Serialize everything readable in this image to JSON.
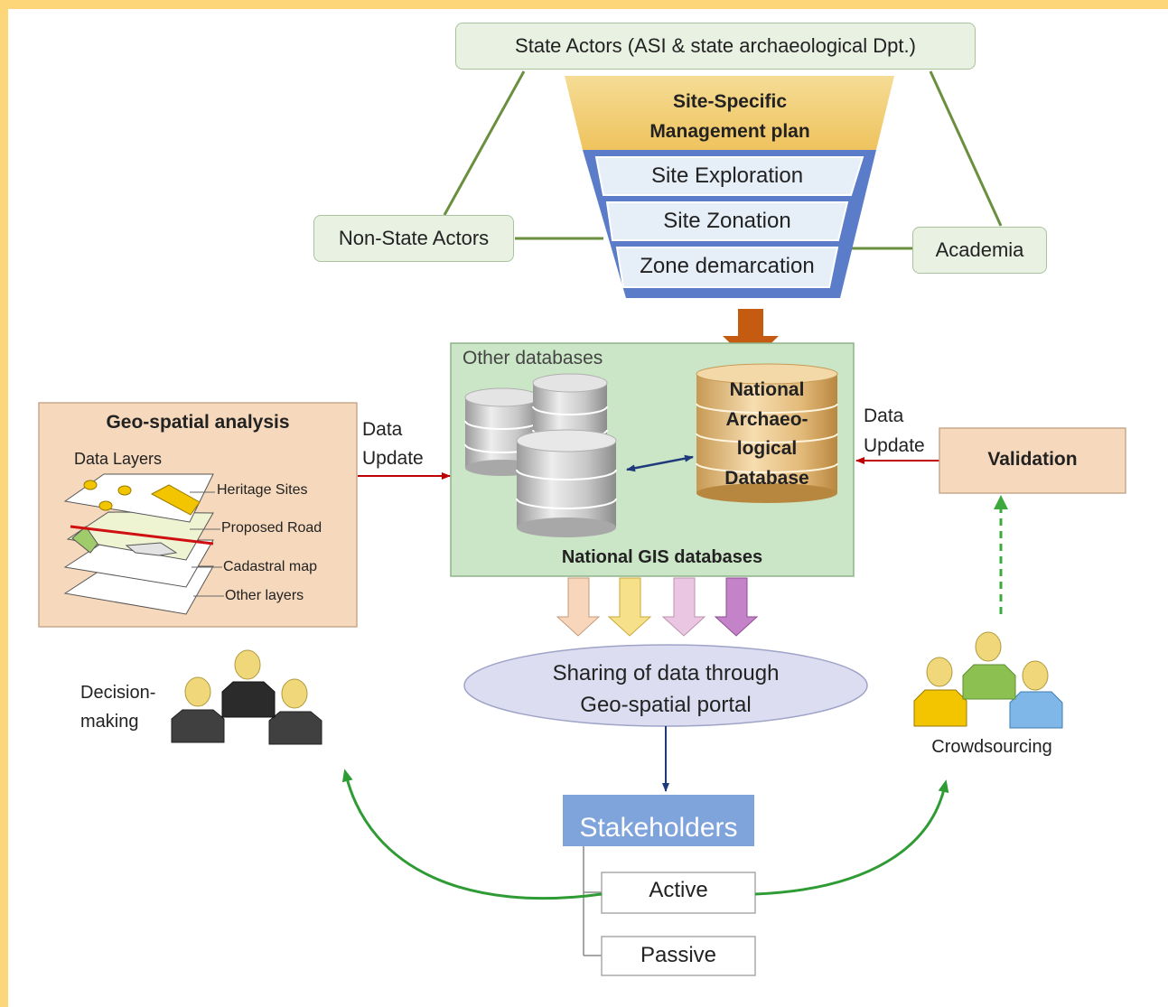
{
  "colors": {
    "page_border": "#FDD679",
    "actor_box_fill": "#E9F1E3",
    "actor_box_border": "#A9C49A",
    "funnel_top": "#F1CF7A",
    "funnel_band": "#5A7CC9",
    "funnel_row": "#E6EEF8",
    "gis_box_fill": "#CBE6C6",
    "gis_box_border": "#8FB38A",
    "geo_box_fill": "#F6D9BD",
    "geo_box_border": "#C8A98B",
    "validation_fill": "#F6D9BD",
    "orange_arrow": "#C55A11",
    "stakeholders_fill": "#7FA3DB",
    "portal_ellipse": "#DCDDF0",
    "green_curve": "#2E9B35",
    "red_arrow": "#C00000",
    "blue_arrow": "#1F3A7A"
  },
  "actors": {
    "state": "State Actors (ASI & state archaeological Dpt.)",
    "non_state": "Non-State Actors",
    "academia": "Academia"
  },
  "funnel": {
    "title_line1": "Site-Specific",
    "title_line2": "Management plan",
    "steps": [
      "Site Exploration",
      "Site Zonation",
      "Zone demarcation"
    ]
  },
  "gis": {
    "other_databases": "Other databases",
    "national_db": [
      "National",
      "Archaeo-",
      "logical",
      "Database"
    ],
    "title": "National GIS databases"
  },
  "geo": {
    "title": "Geo-spatial analysis",
    "data_layers": "Data Layers",
    "layers": [
      "Heritage Sites",
      "Proposed Road",
      "Cadastral map",
      "Other layers"
    ]
  },
  "data_update_left": [
    "Data",
    "Update"
  ],
  "data_update_right": [
    "Data",
    "Update"
  ],
  "validation": "Validation",
  "portal": [
    "Sharing of data through",
    "Geo-spatial portal"
  ],
  "stakeholders": "Stakeholders",
  "roles": [
    "Active",
    "Passive"
  ],
  "decision_making": [
    "Decision-",
    "making"
  ],
  "crowdsourcing": "Crowdsourcing",
  "icons": [
    "database-cylinder-icon",
    "people-group-icon",
    "map-layers-icon",
    "arrow-icon"
  ]
}
